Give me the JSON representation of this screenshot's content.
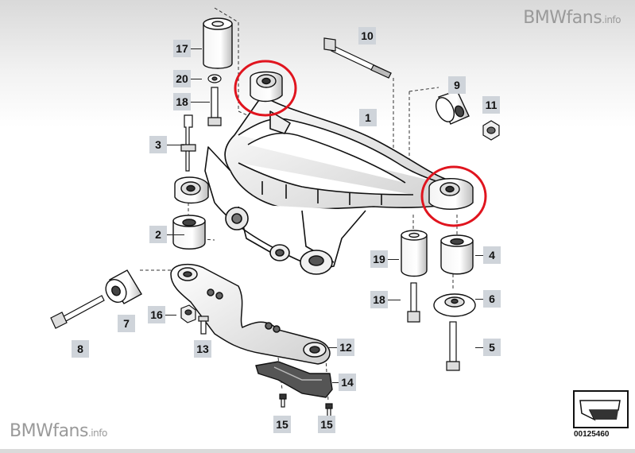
{
  "watermarks": {
    "top": {
      "brand": "BMWfans",
      "suffix": ".info"
    },
    "bottom": {
      "brand": "BMWfans",
      "suffix": ".info"
    }
  },
  "part_labels": {
    "p1": "1",
    "p2": "2",
    "p3": "3",
    "p4": "4",
    "p5": "5",
    "p6": "6",
    "p7": "7",
    "p8": "8",
    "p9": "9",
    "p10": "10",
    "p11": "11",
    "p12": "12",
    "p13": "13",
    "p14": "14",
    "p15a": "15",
    "p15b": "15",
    "p16": "16",
    "p17": "17",
    "p18a": "18",
    "p18b": "18",
    "p19": "19",
    "p20": "20"
  },
  "diagram_code": "00125460",
  "colors": {
    "highlight": "#e0141e",
    "label_bg": "#cfd4da",
    "line": "#222222",
    "part_fill": "#ffffff"
  },
  "icons": {
    "corner_symbol": "direction-arrow-icon"
  }
}
